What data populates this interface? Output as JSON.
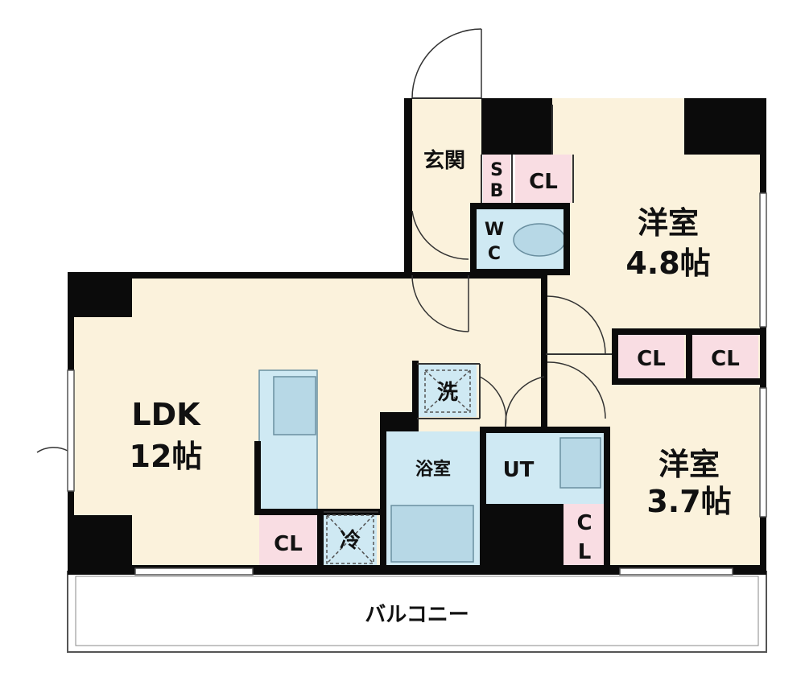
{
  "colors": {
    "room_floor": "#fbf2dc",
    "wet_area": "#cfe9f3",
    "closet": "#f9dde3",
    "wall": "#0b0b0b",
    "balcony": "#ffffff",
    "outline": "#555555"
  },
  "rooms": {
    "genkan": "玄関",
    "sb_1": "S",
    "sb_2": "B",
    "cl_entry": "CL",
    "wc_1": "W",
    "wc_2": "C",
    "western_48_name": "洋室",
    "western_48_size": "4.8帖",
    "cl_mid_1": "CL",
    "cl_mid_2": "CL",
    "ldk_name": "LDK",
    "ldk_size": "12帖",
    "washer": "洗",
    "bath": "浴室",
    "ut": "UT",
    "western_37_name": "洋室",
    "western_37_size": "3.7帖",
    "cl_kitchen": "CL",
    "fridge": "冷",
    "cl_bottom_1": "C",
    "cl_bottom_2": "L",
    "balcony": "バルコニー"
  }
}
